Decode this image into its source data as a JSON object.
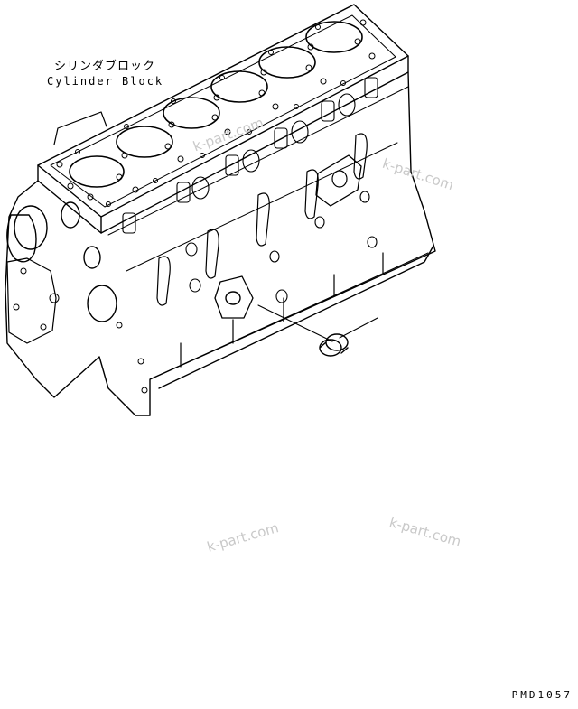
{
  "labels": {
    "part_name_jp": "シリンダブロック",
    "part_name_en": "Cylinder Block",
    "drawing_code": "PMD1057"
  },
  "watermarks": [
    "k-part.com",
    "k-part.com",
    "k-part.com",
    "k-part.com"
  ],
  "colors": {
    "line": "#000000",
    "watermark": "#c9c9c9",
    "background": "#ffffff"
  }
}
